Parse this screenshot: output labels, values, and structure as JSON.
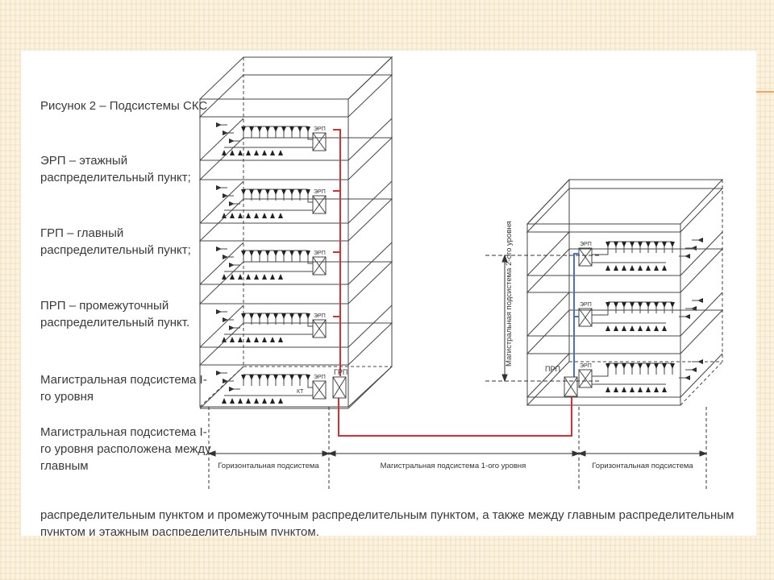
{
  "labels": {
    "figure_title": "Рисунок 2 – Подсистемы СКС",
    "erp_def": "ЭРП – этажный распределительный пункт;",
    "grp_def": "ГРП – главный распределительный пункт;",
    "prp_def": "ПРП – промежуточный распределительный пункт.",
    "backbone_def": "Магистральная подсистема I-го уровня",
    "description_left": "Магистральная подсистема I-го уровня расположена между главным",
    "description_bottom": "распределительным пунктом и промежуточным распределительным пунктом, а также между главным распределительным пунктом и этажным распределительным пунктом."
  },
  "diagram": {
    "erp_label": "ЭРП",
    "grp_label": "ГРП",
    "prp_label": "ПРП",
    "kt_label": "КТ",
    "vertical_label": "Магистральная подсистема 2-ого уровня",
    "dimension_labels": {
      "horizontal_left": "Горизонтальная подсистема",
      "backbone_1": "Магистральная подсистема 1-ого уровня",
      "horizontal_right": "Горизонтальная подсистема"
    }
  },
  "colors": {
    "backbone_1_cable": "#d63030",
    "backbone_2_cable": "#4a70c8",
    "line": "#444444",
    "accent_deco": "#f0a860"
  }
}
